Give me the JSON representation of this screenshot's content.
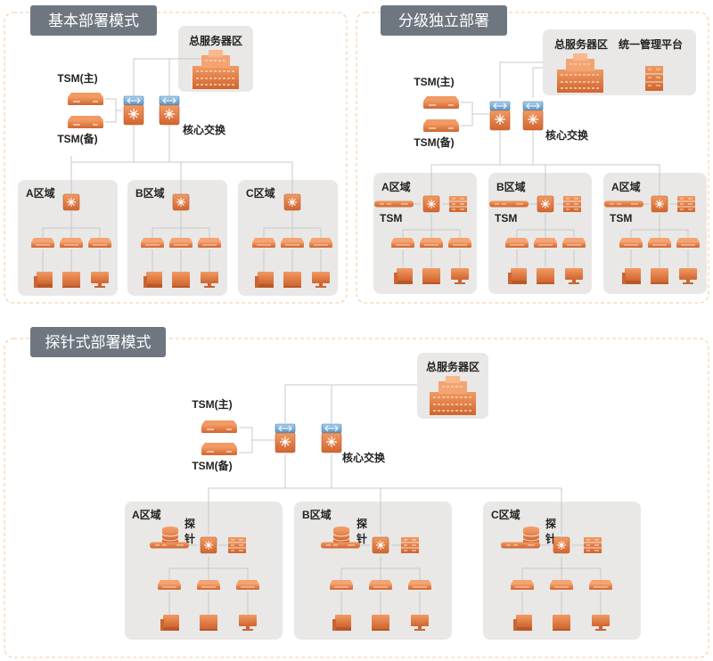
{
  "sections": {
    "basic": {
      "title": "基本部署模式"
    },
    "tiered": {
      "title": "分级独立部署"
    },
    "probe": {
      "title": "探针式部署模式"
    }
  },
  "labels": {
    "server_zone": "总服务器区",
    "mgmt_platform": "统一管理平台",
    "tsm_main": "TSM(主)",
    "tsm_backup": "TSM(备)",
    "core_switch": "核心交换",
    "tsm": "TSM",
    "probe_1": "探",
    "probe_2": "针"
  },
  "zones": {
    "basic": [
      "A区域",
      "B区域",
      "C区域"
    ],
    "tiered": [
      "A区域",
      "B区域",
      "A区域"
    ],
    "probe": [
      "A区域",
      "B区域",
      "C区域"
    ]
  },
  "colors": {
    "tag_bg": "#6e7780",
    "zone_bg": "#e9e8e6",
    "section_border": "#f2c9a0",
    "device_orange": "#e07b45",
    "device_dark": "#b8582a",
    "switch_blue": "#6aa8d8",
    "line": "#c8c8c8"
  }
}
